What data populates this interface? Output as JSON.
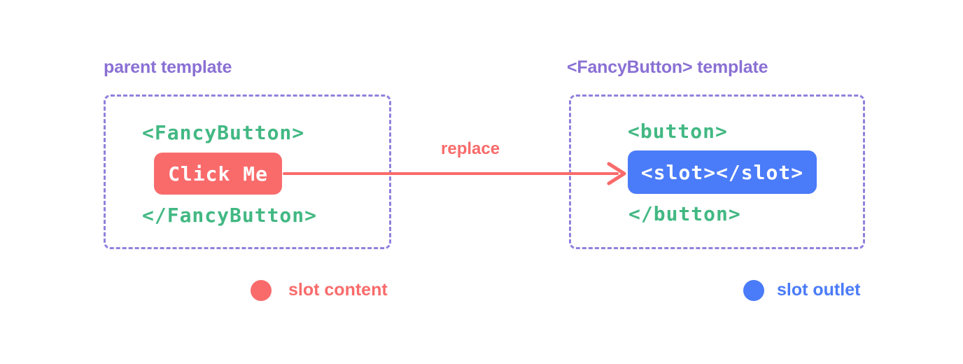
{
  "colors": {
    "red": "#f96b6b",
    "blue": "#4a7bf9",
    "green": "#42b883",
    "purple": "#8a70d4",
    "purple_border": "#9180dd",
    "background": "#ffffff",
    "pill_text": "#ffffff"
  },
  "left_panel": {
    "heading": "parent template",
    "code_open": "<FancyButton>",
    "button_label": "Click Me",
    "code_close": "</FancyButton>"
  },
  "arrow": {
    "label": "replace",
    "direction": "left-to-right"
  },
  "right_panel": {
    "heading": "<FancyButton> template",
    "code_open": "<button>",
    "slot_label": "<slot></slot>",
    "code_close": "</button>"
  },
  "legend": {
    "content": {
      "label": "slot content"
    },
    "outlet": {
      "label": "slot outlet"
    }
  }
}
